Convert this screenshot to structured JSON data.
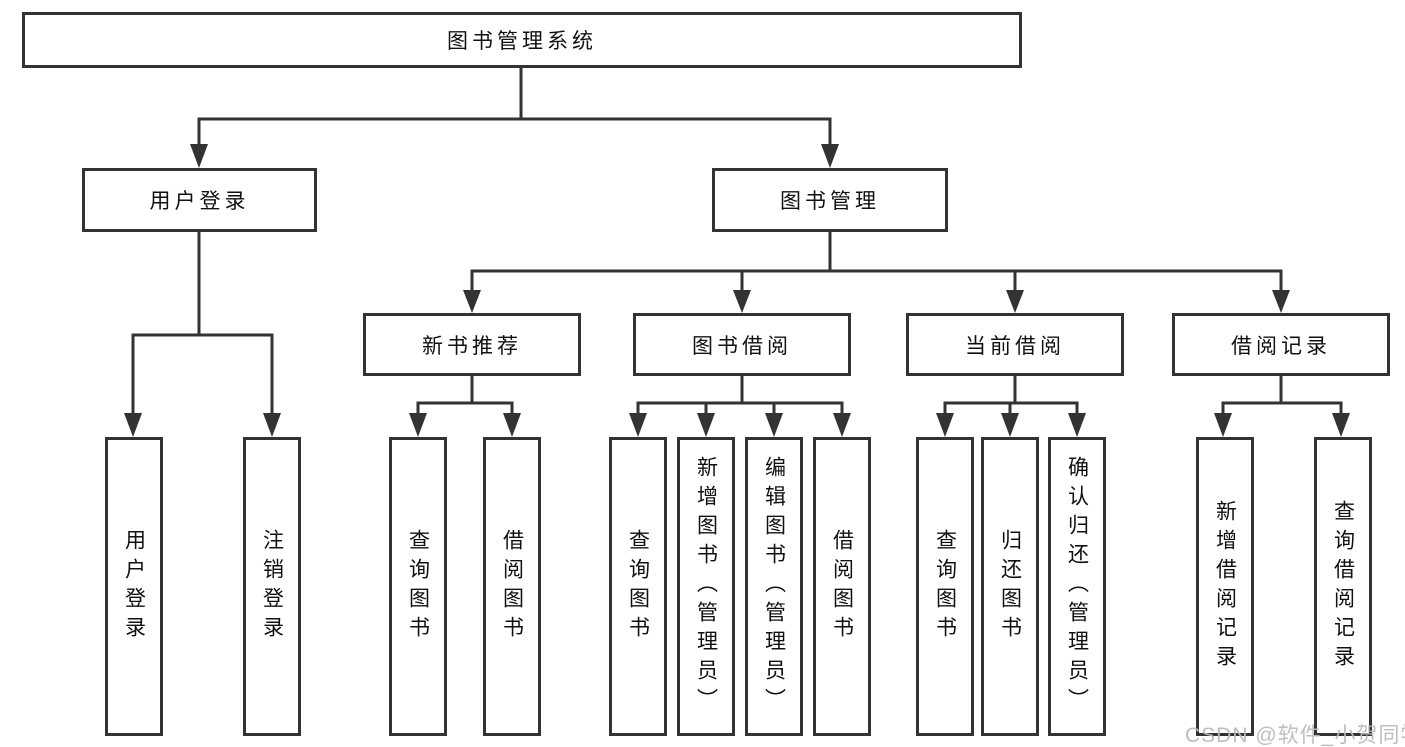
{
  "diagram": {
    "root": {
      "label": "图书管理系统"
    },
    "level2": [
      {
        "label": "用户登录"
      },
      {
        "label": "图书管理"
      }
    ],
    "level3": [
      {
        "label": "新书推荐"
      },
      {
        "label": "图书借阅"
      },
      {
        "label": "当前借阅"
      },
      {
        "label": "借阅记录"
      }
    ],
    "leaves": [
      "用户登录",
      "注销登录",
      "查询图书",
      "借阅图书",
      "查询图书",
      "新增图书（管理员）",
      "编辑图书（管理员）",
      "借阅图书",
      "查询图书",
      "归还图书",
      "确认归还（管理员）",
      "新增借阅记录",
      "查询借阅记录"
    ],
    "colors": {
      "line": "#333333",
      "text": "#111111",
      "watermark": "#bababa"
    },
    "watermark": "CSDN @软件_小贺同学"
  }
}
